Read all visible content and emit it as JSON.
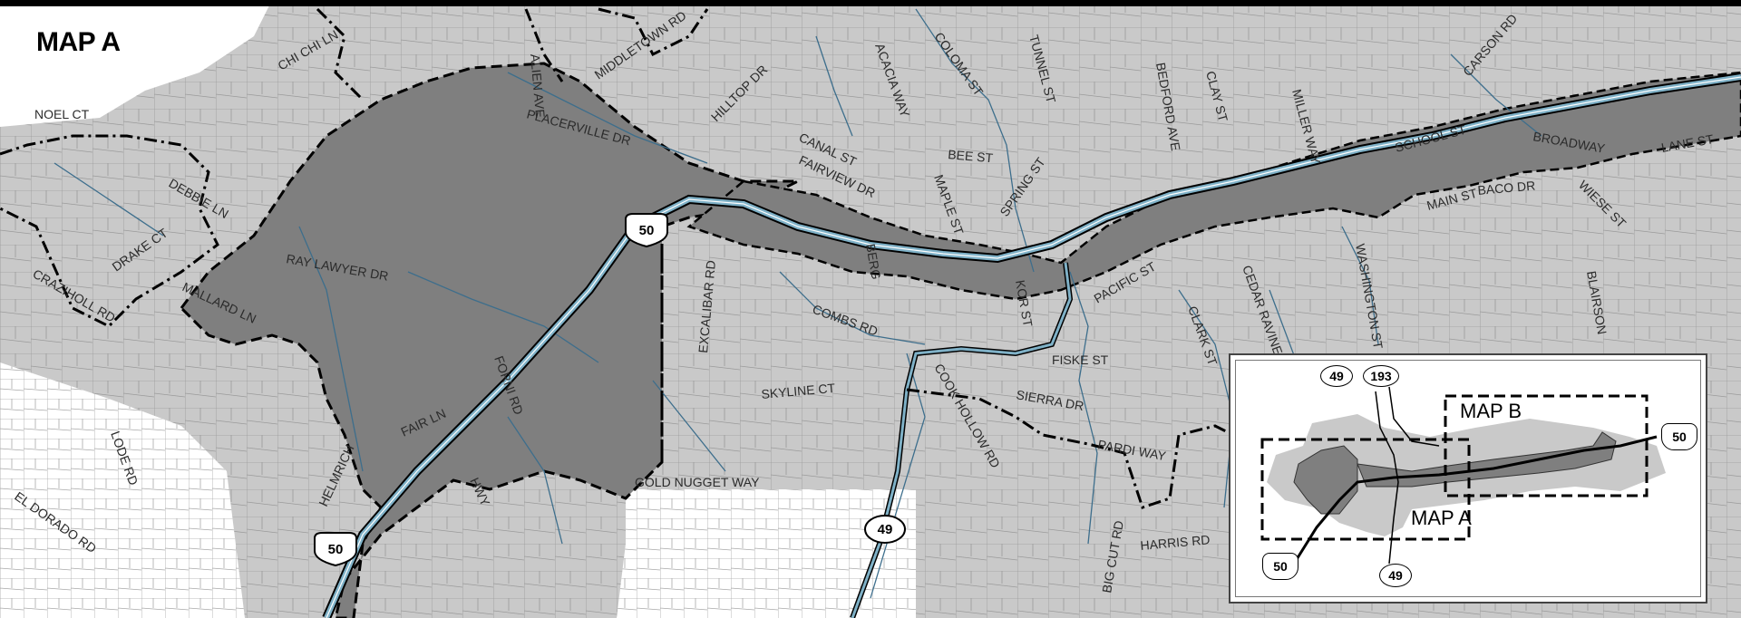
{
  "map": {
    "title": "MAP A",
    "streets": [
      "CHI CHI LN",
      "NOEL CT",
      "MIDDLETOWN RD",
      "HILLTOP DR",
      "ACACIA WAY",
      "COLOMA ST",
      "TUNNEL ST",
      "BEDFORD AVE",
      "CLAY ST",
      "MILLER WAY",
      "CARSON RD",
      "PLACERVILLE DR",
      "CANAL ST",
      "BEE ST",
      "SCHOOL ST",
      "BROADWAY",
      "LANE ST",
      "FAIRVIEW DR",
      "SPRING ST",
      "DEBBIE LN",
      "DRAKE CT",
      "RAY LAWYER DR",
      "MAPLE ST",
      "MAIN ST",
      "BACO DR",
      "WIESE ST",
      "CRAZIHOLL RD",
      "MALLARD LN",
      "PACIFIC ST",
      "BERG",
      "CEDAR RAVINE",
      "WASHINGTON ST",
      "BLAIRSON",
      "COMBS RD",
      "CLARK ST",
      "FISKE ST",
      "FORNI RD",
      "EXCALIBAR RD",
      "SKYLINE CT",
      "COOK HOLLOW RD",
      "SIERRA DR",
      "PARDI WAY",
      "HELMRICH",
      "FAIR LN",
      "GOLD NUGGET WAY",
      "LODE RD",
      "EL DORADO RD",
      "BIG CUT RD",
      "HARRIS RD",
      "HWY",
      "ALIEN AVE",
      "KOR ST"
    ],
    "shields": [
      {
        "type": "us",
        "number": "50"
      },
      {
        "type": "us",
        "number": "50"
      },
      {
        "type": "state",
        "number": "49"
      }
    ]
  },
  "inset": {
    "labels": {
      "map_a": "MAP A",
      "map_b": "MAP B"
    },
    "shields": [
      {
        "type": "state",
        "number": "49"
      },
      {
        "type": "state",
        "number": "193"
      },
      {
        "type": "us",
        "number": "50"
      },
      {
        "type": "us",
        "number": "50"
      },
      {
        "type": "state",
        "number": "49"
      }
    ]
  },
  "colors": {
    "background_area": "#c9c9c9",
    "outside_area": "#ffffff",
    "plan_area": "#7f7f7f",
    "streams": "#3d6e8c",
    "highway": "#7fb1c7",
    "boundary": "#000000"
  }
}
